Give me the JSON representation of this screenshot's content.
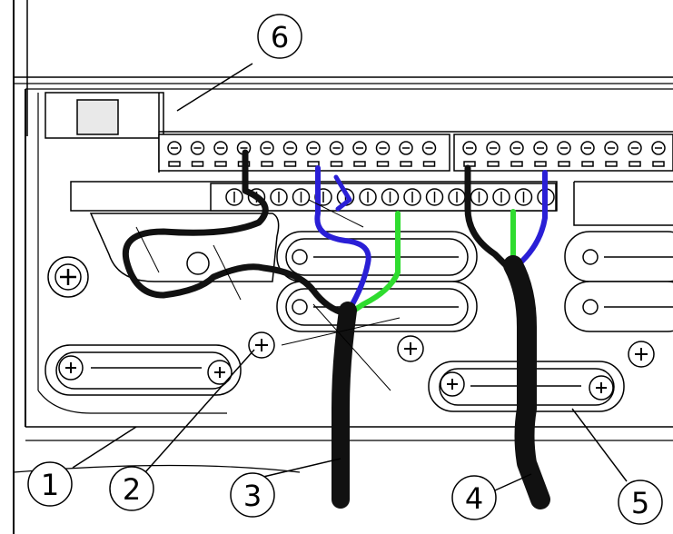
{
  "diagram": {
    "callouts": [
      {
        "id": 1,
        "label": "1",
        "target": "housing-base"
      },
      {
        "id": 2,
        "label": "2",
        "target": "cable-clamp-screw"
      },
      {
        "id": 3,
        "label": "3",
        "target": "cable-entry-left"
      },
      {
        "id": 4,
        "label": "4",
        "target": "cable-entry-right"
      },
      {
        "id": 5,
        "label": "5",
        "target": "strain-relief-clamp"
      },
      {
        "id": 6,
        "label": "6",
        "target": "terminal-cover"
      }
    ],
    "wire_colors": {
      "outline": "#000000",
      "black": "#111111",
      "blue": "#2a1fd6",
      "green": "#2fdc2f",
      "housing_fill": "#ffffff",
      "shading": "#e9e9e9"
    }
  }
}
